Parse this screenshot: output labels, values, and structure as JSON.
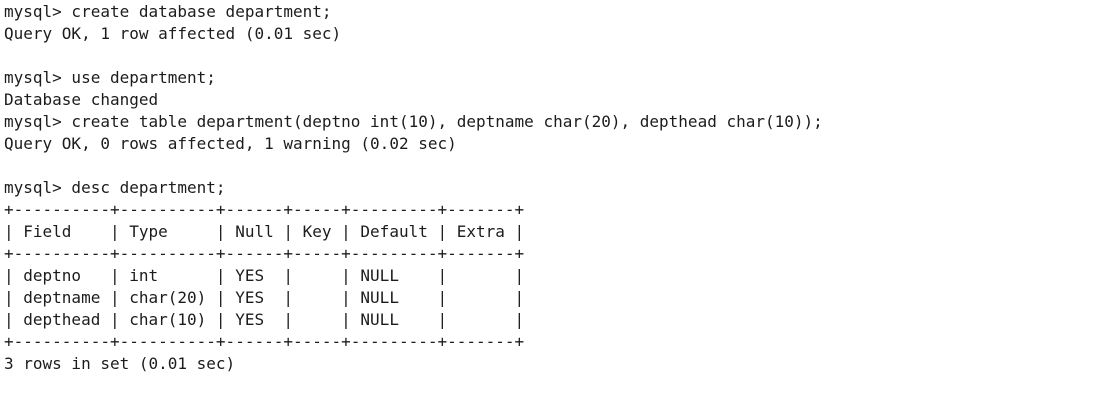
{
  "terminal": {
    "app": "mysql-console",
    "prompt": "mysql>",
    "background_color": "#ffffff",
    "text_color": "#1c1c1c",
    "lines": [
      "mysql> create database department;",
      "Query OK, 1 row affected (0.01 sec)",
      "",
      "mysql> use department;",
      "Database changed",
      "mysql> create table department(deptno int(10), deptname char(20), depthead char(10));",
      "Query OK, 0 rows affected, 1 warning (0.02 sec)",
      "",
      "mysql> desc department;",
      "+----------+----------+------+-----+---------+-------+",
      "| Field    | Type     | Null | Key | Default | Extra |",
      "+----------+----------+------+-----+---------+-------+",
      "| deptno   | int      | YES  |     | NULL    |       |",
      "| deptname | char(20) | YES  |     | NULL    |       |",
      "| depthead | char(10) | YES  |     | NULL    |       |",
      "+----------+----------+------+-----+---------+-------+",
      "3 rows in set (0.01 sec)"
    ],
    "commands": [
      "create database department;",
      "use department;",
      "create table department(deptno int(10), deptname char(20), depthead char(10));",
      "desc department;"
    ],
    "desc_table": {
      "type": "table",
      "columns": [
        "Field",
        "Type",
        "Null",
        "Key",
        "Default",
        "Extra"
      ],
      "rows": [
        [
          "deptno",
          "int",
          "YES",
          "",
          "NULL",
          ""
        ],
        [
          "deptname",
          "char(20)",
          "YES",
          "",
          "NULL",
          ""
        ],
        [
          "depthead",
          "char(10)",
          "YES",
          "",
          "NULL",
          ""
        ]
      ],
      "summary": "3 rows in set (0.01 sec)"
    }
  }
}
